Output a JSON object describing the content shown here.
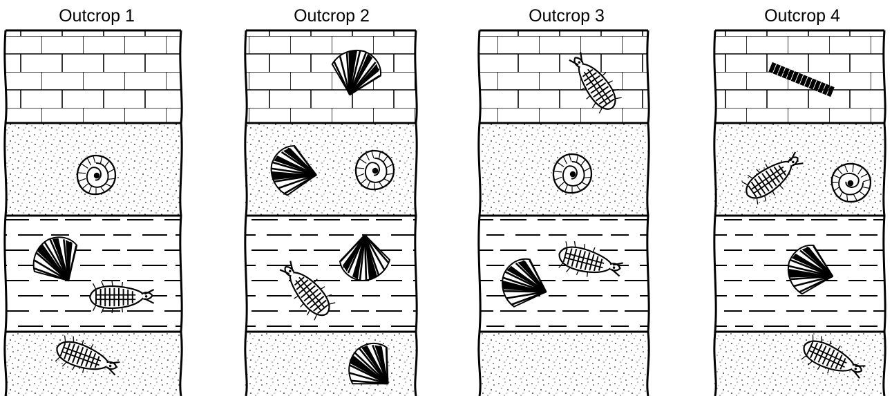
{
  "outcrops": [
    {
      "title": "Outcrop 1",
      "fossils": {
        "limestone": [],
        "sandstone_upper": [
          "ammonite"
        ],
        "shale": [
          "brachiopod",
          "trilobite"
        ],
        "sandstone_lower": [
          "trilobite"
        ]
      }
    },
    {
      "title": "Outcrop 2",
      "fossils": {
        "limestone": [
          "brachiopod"
        ],
        "sandstone_upper": [
          "brachiopod",
          "ammonite"
        ],
        "shale": [
          "trilobite",
          "brachiopod"
        ],
        "sandstone_lower": [
          "brachiopod"
        ]
      }
    },
    {
      "title": "Outcrop 3",
      "fossils": {
        "limestone": [
          "trilobite"
        ],
        "sandstone_upper": [
          "ammonite"
        ],
        "shale": [
          "brachiopod",
          "trilobite"
        ],
        "sandstone_lower": []
      }
    },
    {
      "title": "Outcrop 4",
      "fossils": {
        "limestone": [
          "crinoid-stem"
        ],
        "sandstone_upper": [
          "trilobite",
          "ammonite"
        ],
        "shale": [
          "brachiopod"
        ],
        "sandstone_lower": [
          "trilobite"
        ]
      }
    }
  ],
  "layer_order_top_to_bottom": [
    "limestone",
    "sandstone",
    "shale",
    "sandstone"
  ],
  "colors": {
    "ink": "#000000",
    "paper": "#ffffff"
  }
}
